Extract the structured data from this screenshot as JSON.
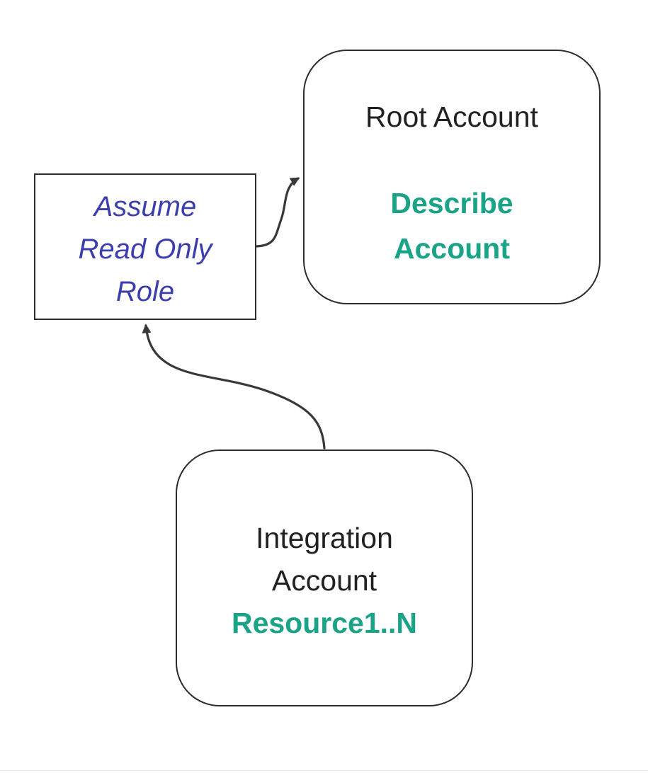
{
  "page": {
    "background": "#ffffff",
    "bottom_divider_color": "#e9e9e9"
  },
  "diagram": {
    "type": "flowchart",
    "colors": {
      "accent_teal": "#1aa387",
      "accent_blue": "#3c3eae",
      "node_border": "#2d2d2d",
      "edge_line": "#383838",
      "text_primary": "#212121"
    },
    "nodes": [
      {
        "id": "root-account",
        "shape": "rounded-rectangle",
        "title": "Root Account",
        "subtitle": "Describe\nAccount",
        "subtitle_color": "#1aa387"
      },
      {
        "id": "assume-read-only-role",
        "shape": "rectangle",
        "label": "Assume\nRead Only\nRole",
        "label_color": "#3c3eae",
        "label_style": "italic"
      },
      {
        "id": "integration-account",
        "shape": "rounded-rectangle",
        "title": "Integration\nAccount",
        "subtitle": "Resource1..N",
        "subtitle_color": "#1aa387"
      }
    ],
    "edges": [
      {
        "from": "assume-read-only-role",
        "to": "root-account",
        "arrow": "end"
      },
      {
        "from": "integration-account",
        "to": "assume-read-only-role",
        "arrow": "end"
      }
    ]
  }
}
